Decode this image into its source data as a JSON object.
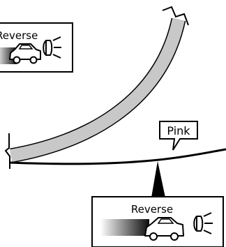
{
  "labels": {
    "reverse_top": "Reverse",
    "pink": "Pink",
    "reverse_bottom": "Reverse"
  },
  "colors": {
    "line": "#000000",
    "band": "#c8c8c8",
    "box_fill": "#ffffff",
    "car_fill": "#ffffff"
  },
  "icons": {
    "car": "car-reversing-icon",
    "headlight": "headlight-beam-icon"
  }
}
